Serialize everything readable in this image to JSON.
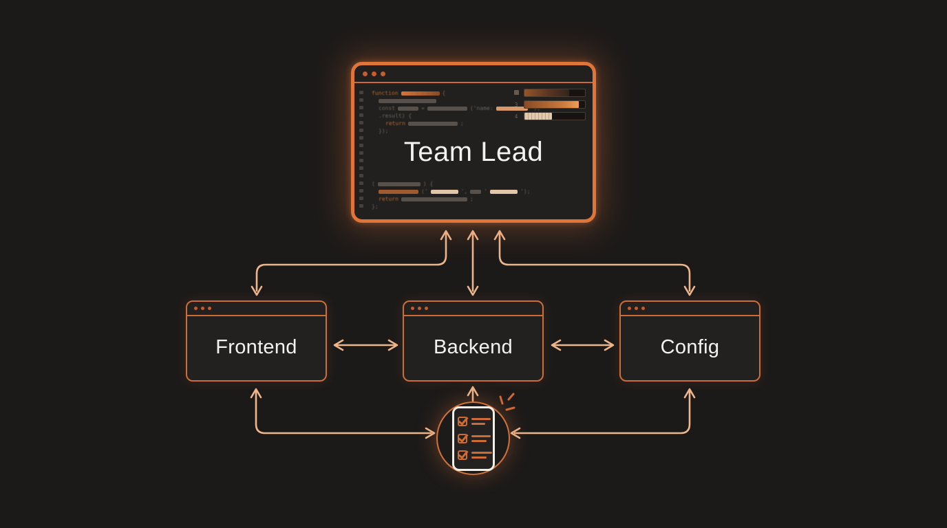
{
  "colors": {
    "background": "#1c1a19",
    "accent_orange": "#e0753a",
    "box_border_orange": "#cd6d38",
    "arrow_peach": "#eeb68d",
    "traffic_dot": "#c85c2c",
    "label_text": "#f4f2f0",
    "window_bg": "#21201e",
    "divider_orange": "#cf6b34",
    "clipboard_white": "#f3efe9",
    "code_keyword": "#b5662f",
    "code_gray": "#6b625c"
  },
  "team_lead_window": {
    "label": "Team Lead",
    "traffic_dot_count": 3,
    "gutter_mark_count": 16,
    "code_top": [
      {
        "indent": 0,
        "segs": [
          {
            "t": "function",
            "c": "kw"
          },
          {
            "b": 56,
            "c": "fill"
          },
          {
            "t": "{",
            "c": "gray"
          }
        ]
      },
      {
        "indent": 1,
        "segs": [
          {
            "b": 84,
            "c": "graybar"
          }
        ]
      },
      {
        "indent": 1,
        "segs": [
          {
            "t": "const",
            "c": "gray"
          },
          {
            "b": 30,
            "c": "graybar"
          },
          {
            "t": "=",
            "c": "gray"
          },
          {
            "b": 58,
            "c": "graybar"
          },
          {
            "t": "('name:",
            "c": "gray"
          },
          {
            "b": 46,
            "c": "amber"
          },
          {
            "t": "');",
            "c": "gray"
          }
        ]
      },
      {
        "indent": 1,
        "segs": [
          {
            "t": ".result) {",
            "c": "gray"
          }
        ]
      },
      {
        "indent": 2,
        "segs": [
          {
            "t": "return",
            "c": "kw"
          },
          {
            "b": 72,
            "c": "graybar"
          },
          {
            "t": ";",
            "c": "gray"
          }
        ]
      },
      {
        "indent": 1,
        "segs": [
          {
            "t": "});",
            "c": "gray"
          }
        ]
      }
    ],
    "code_bottom": [
      {
        "indent": 0,
        "segs": [
          {
            "t": "(",
            "c": "gray"
          },
          {
            "b": 62,
            "c": "graybar"
          },
          {
            "t": ") {",
            "c": "gray"
          }
        ]
      },
      {
        "indent": 1,
        "segs": [
          {
            "b": 58,
            "c": "kwbar"
          },
          {
            "t": "('",
            "c": "gray"
          },
          {
            "b": 40,
            "c": "cream"
          },
          {
            "t": "',",
            "c": "gray"
          },
          {
            "b": 16,
            "c": "graybar"
          },
          {
            "t": "'",
            "c": "gray"
          },
          {
            "b": 40,
            "c": "cream"
          },
          {
            "t": "');",
            "c": "gray"
          }
        ]
      },
      {
        "indent": 1,
        "segs": [
          {
            "t": "return",
            "c": "kw"
          },
          {
            "b": 96,
            "c": "graybar"
          },
          {
            "t": ";",
            "c": "gray"
          }
        ]
      },
      {
        "indent": 0,
        "segs": [
          {
            "t": "};",
            "c": "gray"
          }
        ]
      }
    ],
    "side_panel_rows": [
      {
        "marker": "square",
        "fill_pct": 74,
        "style": "dark"
      },
      {
        "marker": "3",
        "fill_pct": 90,
        "style": "bright"
      },
      {
        "marker": "4",
        "fill_pct": 46,
        "style": "cream"
      }
    ]
  },
  "nodes": [
    {
      "id": "frontend",
      "label": "Frontend",
      "traffic_dot_count": 3
    },
    {
      "id": "backend",
      "label": "Backend",
      "traffic_dot_count": 3
    },
    {
      "id": "config",
      "label": "Config",
      "traffic_dot_count": 3
    }
  ],
  "checklist_badge": {
    "icon": "checklist-clipboard",
    "sparkle": true,
    "items": [
      {
        "checked": true,
        "line_widths": [
          28,
          20
        ]
      },
      {
        "checked": true,
        "line_widths": [
          28,
          22
        ]
      },
      {
        "checked": true,
        "line_widths": [
          30,
          22
        ]
      }
    ]
  },
  "connectors": [
    {
      "from": "team-lead",
      "to": "frontend",
      "shape": "elbow",
      "bidirectional": true
    },
    {
      "from": "team-lead",
      "to": "backend",
      "shape": "straight",
      "bidirectional": true
    },
    {
      "from": "team-lead",
      "to": "config",
      "shape": "elbow",
      "bidirectional": true
    },
    {
      "from": "frontend",
      "to": "backend",
      "shape": "horizontal",
      "bidirectional": true
    },
    {
      "from": "backend",
      "to": "config",
      "shape": "horizontal",
      "bidirectional": true
    },
    {
      "from": "frontend",
      "to": "checklist",
      "shape": "elbow",
      "bidirectional": true
    },
    {
      "from": "config",
      "to": "checklist",
      "shape": "elbow",
      "bidirectional": true
    },
    {
      "from": "checklist",
      "to": "backend",
      "shape": "straight",
      "bidirectional": false
    }
  ]
}
